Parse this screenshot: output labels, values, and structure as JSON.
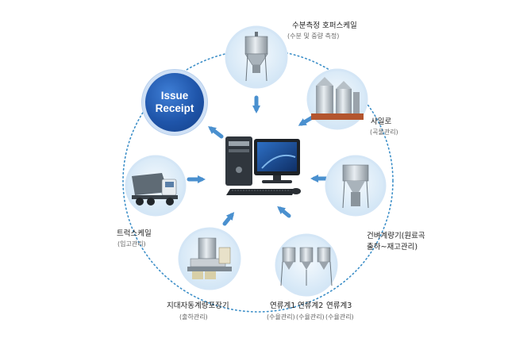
{
  "issue_receipt": {
    "line1": "Issue",
    "line2": "Receipt"
  },
  "nodes": {
    "moisture_scale": {
      "label": "수분측정 호퍼스케일",
      "sub": "(수분 및 중량 측정)"
    },
    "silo": {
      "label": "사일로",
      "sub": "(곡물관리)"
    },
    "dry_scale": {
      "label": "건벼계량기(원료곡",
      "sub": "출하~재고관리)"
    },
    "cont_scale_1": {
      "label": "연류계1",
      "sub": "(수율관리)"
    },
    "cont_scale_2": {
      "label": "연류계2",
      "sub": "(수율관리)"
    },
    "cont_scale_3": {
      "label": "연류계3",
      "sub": "(수율관리)"
    },
    "bag_packer": {
      "label": "지대자동계량포장기",
      "sub": "(출하관리)"
    },
    "truck_scale": {
      "label": "트럭스케일",
      "sub": "(입고관리)"
    }
  },
  "colors": {
    "ring": "#3d8fc8",
    "arrow": "#4a90cf",
    "badge": "#1f55aa",
    "node_border": "#d4e6f6"
  },
  "icons": [
    "computer-icon",
    "hopper-scale-icon",
    "silo-icon",
    "dry-scale-icon",
    "continuous-scale-icon",
    "bag-packer-icon",
    "truck-icon"
  ]
}
